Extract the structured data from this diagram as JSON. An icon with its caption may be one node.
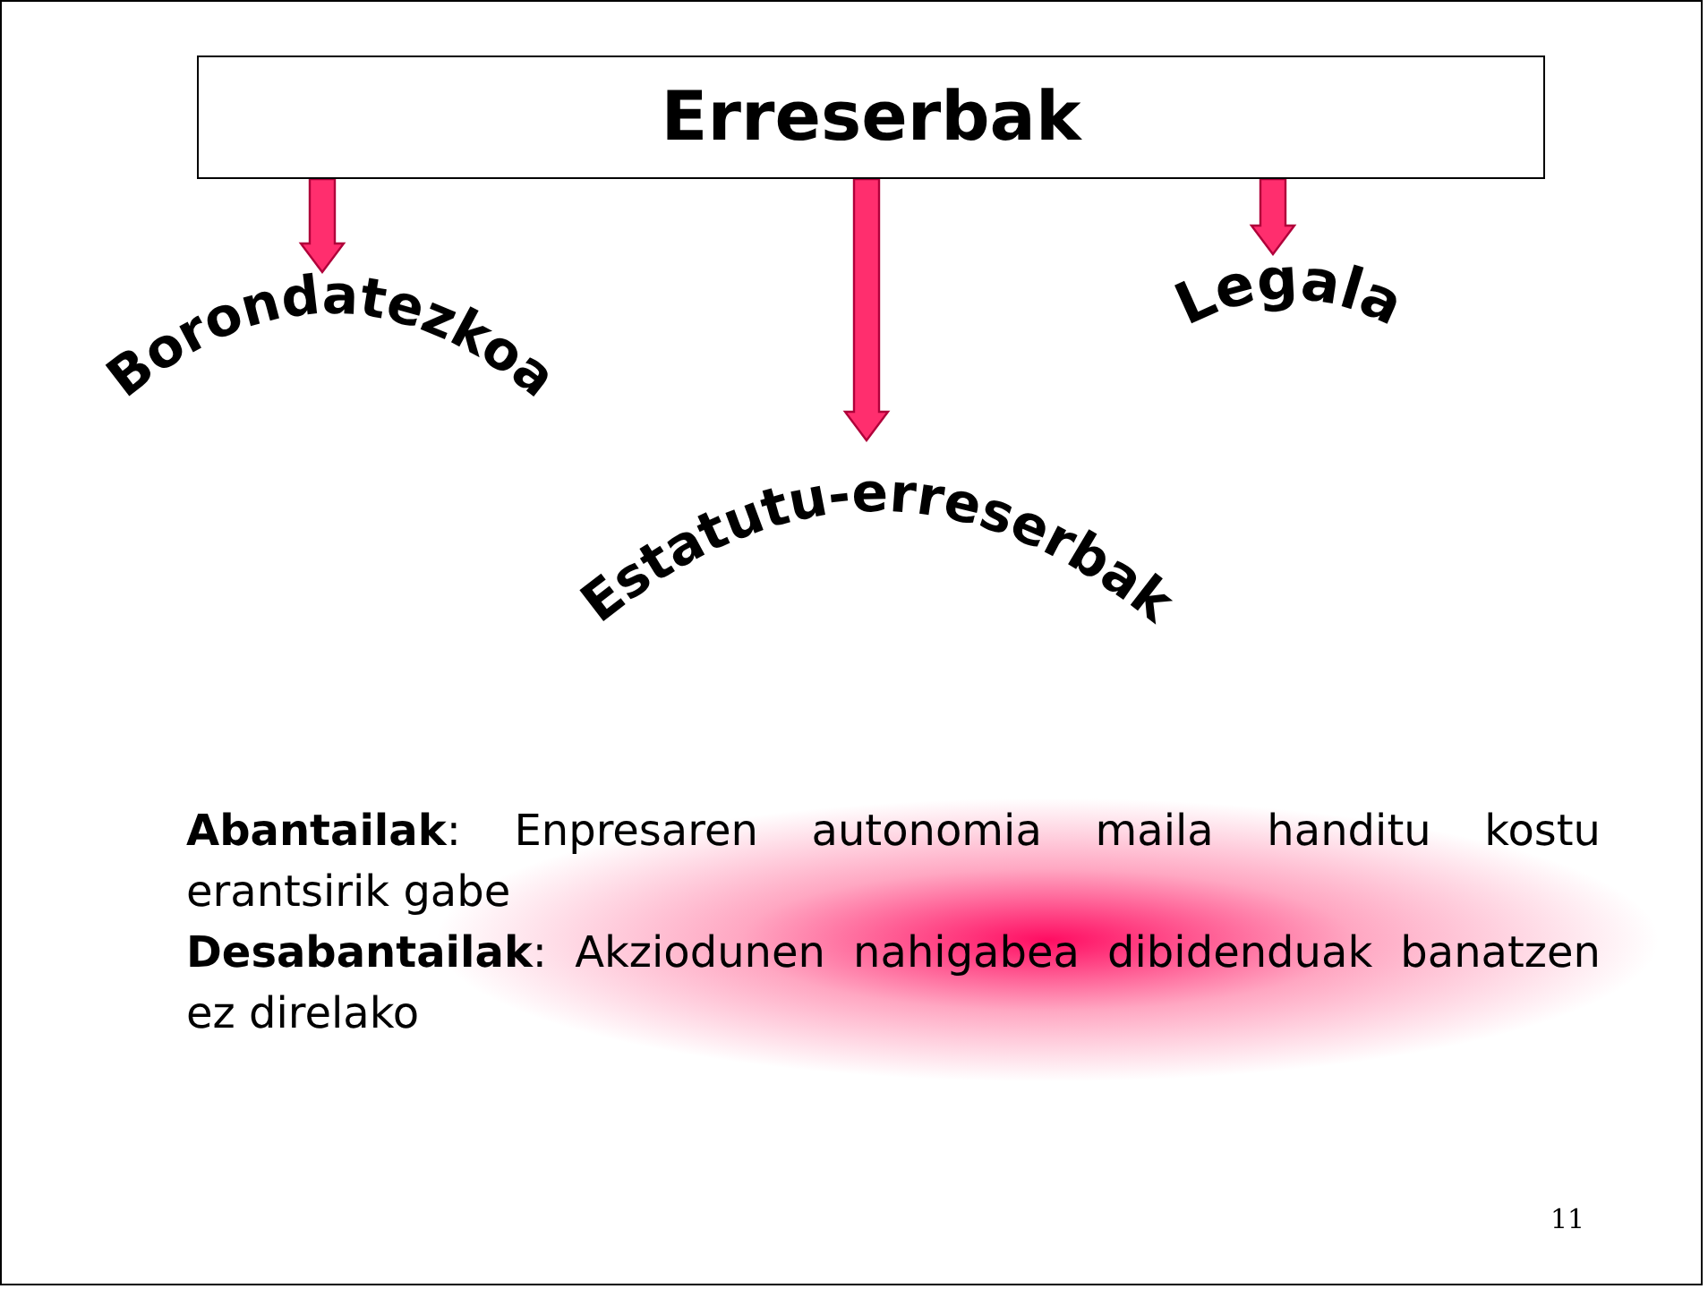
{
  "diagram": {
    "nodes": [
      {
        "text": [
          "Erreserbak"
        ]
      },
      {
        "text": [
          "Borondatezkoa"
        ]
      },
      {
        "text": [
          "Estatutu-erreserbak"
        ]
      },
      {
        "text": [
          "Legala"
        ]
      }
    ],
    "edges": [
      {
        "from": 0,
        "to": 1,
        "arrow": "to"
      },
      {
        "from": 0,
        "to": 2,
        "arrow": "to"
      },
      {
        "from": 0,
        "to": 3,
        "arrow": "to"
      }
    ],
    "labels": [
      "**Abantailak**: Enpresaren autonomia maila handitu kostu erantsirik gabe",
      "**Desabantailak**: Akziodunen nahigabea dibidenduak banatzen ez direlako",
      "11"
    ]
  }
}
